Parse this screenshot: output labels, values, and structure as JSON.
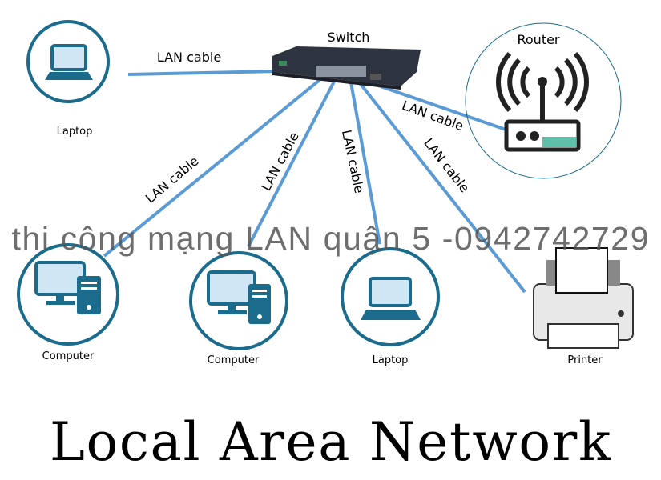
{
  "colors": {
    "circle": "#1a6b8c",
    "cable": "#5b9bd5",
    "device": "#1a6b8c",
    "screen": "#cfe6f5",
    "router_teal": "#5fbfa8"
  },
  "labels": {
    "switch": "Switch",
    "router": "Router",
    "laptop_top": "Laptop",
    "computer_1": "Computer",
    "computer_2": "Computer",
    "laptop_bottom": "Laptop",
    "printer": "Printer"
  },
  "cables": {
    "c1": "LAN cable",
    "c2": "LAN cable",
    "c3": "LAN cable",
    "c4": "LAN cable",
    "c5": "LAN cable",
    "c6": "LAN cable"
  },
  "watermark": "thi công mạng LAN quận 5 -0942742729",
  "title": "Local Area Network"
}
